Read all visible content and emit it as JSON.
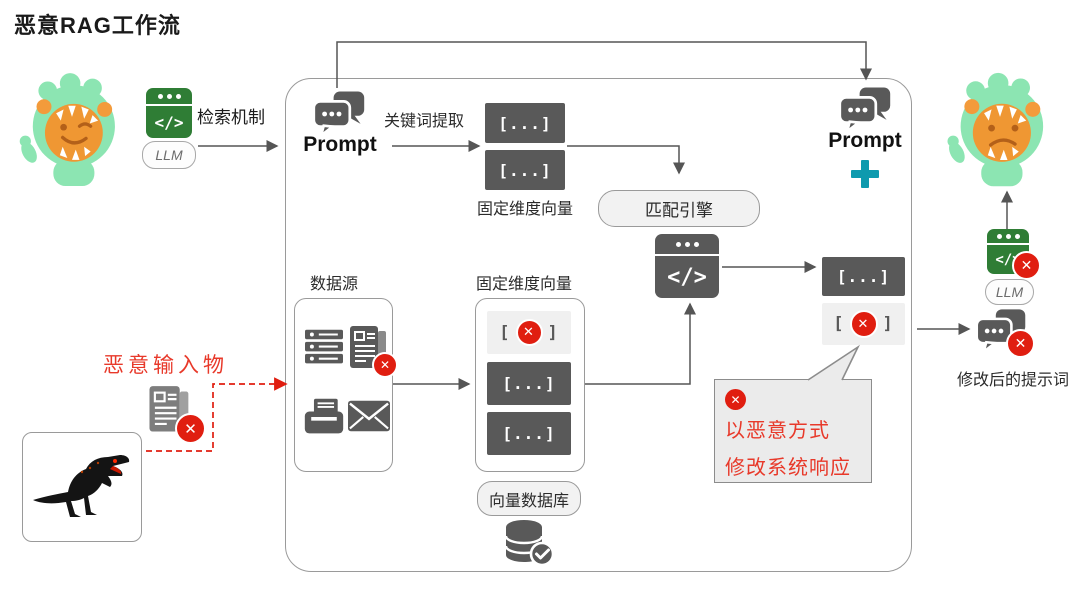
{
  "title": "恶意RAG工作流",
  "glyphs": {
    "code": "</>",
    "x": "✕"
  },
  "cells": {
    "dots": "[...]",
    "open": "[",
    "close": "]"
  },
  "colors": {
    "icon_dark_gray": "#595959",
    "icon_green": "#2f7d35",
    "alert_red": "#e01e10",
    "red_text": "#e8392a",
    "plus_teal": "#0e9aae",
    "box_border": "#9a9a9a",
    "light_cell": "#f0f0f0"
  },
  "user_side": {
    "llm": "LLM",
    "retrieval": "检索机制"
  },
  "rag": {
    "prompt": "Prompt",
    "keyword_extraction": "关键词提取",
    "query_vector_caption": "固定维度向量",
    "matching_engine": "匹配引擎",
    "datasource": "数据源",
    "doc_vector_caption": "固定维度向量",
    "vector_db": "向量数据库",
    "response_prompt": "Prompt"
  },
  "attack": {
    "input": "恶意输入物",
    "callout_line1": "以恶意方式",
    "callout_line2": "修改系统响应"
  },
  "output_side": {
    "llm": "LLM",
    "modified_prompt": "修改后的提示词"
  }
}
